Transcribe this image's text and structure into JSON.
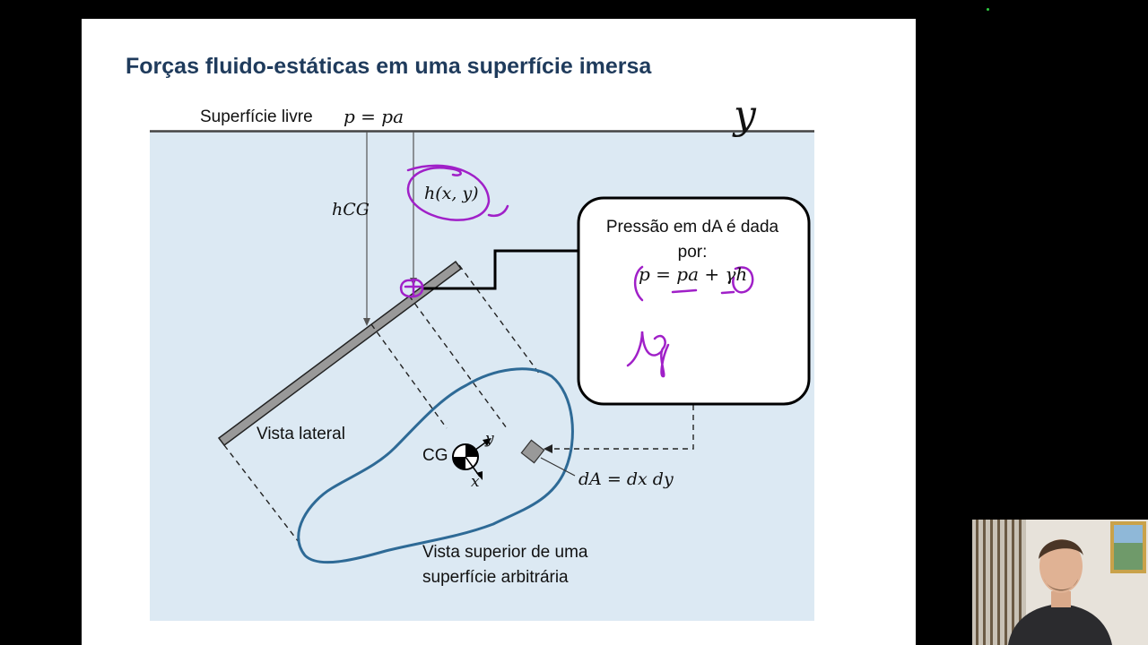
{
  "slide": {
    "title": "Forças fluido-estáticas em uma superfície imersa"
  },
  "diagram": {
    "free_surface_label": "Superfície livre",
    "free_surface_eq": "p = pa",
    "y_axis_label": "y",
    "depth_cg_label": "hCG",
    "depth_point_label": "h(x, y)",
    "side_view_label": "Vista lateral",
    "cg_label": "CG",
    "local_y_label": "y",
    "local_x_label": "x",
    "area_element_label": "dA = dx dy",
    "top_view_label_line1": "Vista superior de uma",
    "top_view_label_line2": "superfície arbitrária",
    "callout_line1": "Pressão em dA é dada",
    "callout_line2": "por:",
    "callout_formula": "p = pa + γh"
  },
  "colors": {
    "fluid": "#dce9f3",
    "title": "#1f3b5c",
    "outline": "#2e6a96",
    "annotation": "#a020c8"
  }
}
